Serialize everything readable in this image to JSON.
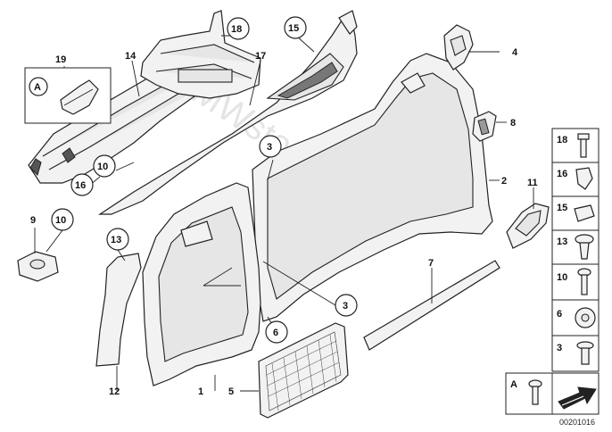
{
  "diagram": {
    "doc_number": "00201016",
    "watermark": "BMWstore.pl",
    "detail_label": "A",
    "callouts": {
      "c1": "1",
      "c2": "2",
      "c3a": "3",
      "c3b": "3",
      "c4": "4",
      "c5": "5",
      "c6": "6",
      "c7": "7",
      "c8": "8",
      "c9": "9",
      "c10a": "10",
      "c10b": "10",
      "c11": "11",
      "c12": "12",
      "c13": "13",
      "c14": "14",
      "c15": "15",
      "c16": "16",
      "c17": "17",
      "c18": "18",
      "c19": "19"
    },
    "fastener_legend": [
      "18",
      "16",
      "15",
      "13",
      "10",
      "6",
      "3"
    ]
  }
}
